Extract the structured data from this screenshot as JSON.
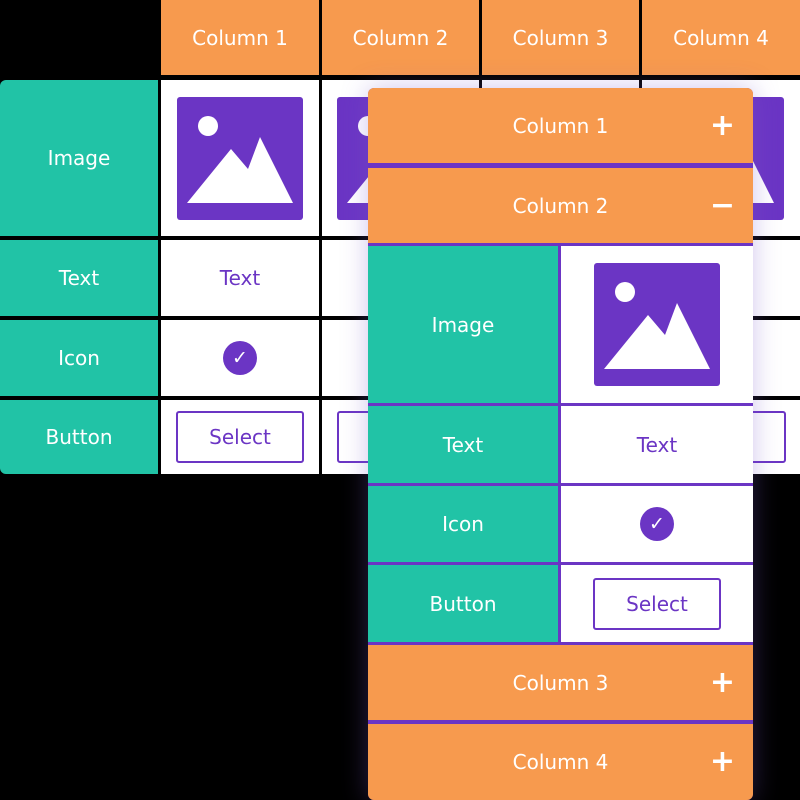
{
  "table": {
    "column_headers": [
      "Column 1",
      "Column 2",
      "Column 3",
      "Column 4"
    ],
    "row_headers": {
      "image": "Image",
      "text": "Text",
      "icon": "Icon",
      "button": "Button"
    },
    "cells": {
      "text_value": "Text",
      "icon": "check-circle-icon",
      "button_label": "Select"
    }
  },
  "accordion": {
    "sections": [
      {
        "label": "Column 1",
        "toggle": "+"
      },
      {
        "label": "Column 2",
        "toggle": "−"
      },
      {
        "label": "Column 3",
        "toggle": "+"
      },
      {
        "label": "Column 4",
        "toggle": "+"
      }
    ],
    "expanded_content": {
      "image_label": "Image",
      "text_label": "Text",
      "text_value": "Text",
      "icon_label": "Icon",
      "icon": "check-circle-icon",
      "button_label": "Button",
      "button_text": "Select"
    }
  },
  "colors": {
    "background": "#000000",
    "header_orange": "#f79a4e",
    "row_teal": "#21c3a6",
    "accent_purple": "#6b35c4",
    "cell_white": "#ffffff"
  }
}
